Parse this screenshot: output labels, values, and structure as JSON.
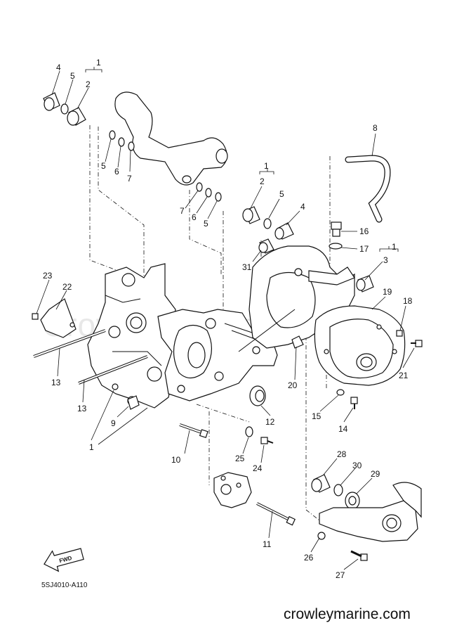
{
  "watermark": "Crowley Marine",
  "diagram_code": "5SJ4010-A110",
  "site": "crowleymarine.com",
  "fwd_label": "FWD",
  "labels": {
    "l4a": "4",
    "l5a": "5",
    "l1a": "1",
    "l2a": "2",
    "l5b": "5",
    "l6a": "6",
    "l7a": "7",
    "l8": "8",
    "l1b": "1",
    "l2b": "2",
    "l5c": "5",
    "l4b": "4",
    "l7b": "7",
    "l6b": "6",
    "l5d": "5",
    "l16": "16",
    "l17": "17",
    "l31": "31",
    "l1c": "1",
    "l3": "3",
    "l19": "19",
    "l18": "18",
    "l21": "21",
    "l23": "23",
    "l22": "22",
    "l13a": "13",
    "l13b": "13",
    "l9": "9",
    "l1d": "1",
    "l20": "20",
    "l12": "12",
    "l15": "15",
    "l14": "14",
    "l10": "10",
    "l25": "25",
    "l24": "24",
    "l28": "28",
    "l30": "30",
    "l29": "29",
    "l11": "11",
    "l26": "26",
    "l27": "27"
  }
}
